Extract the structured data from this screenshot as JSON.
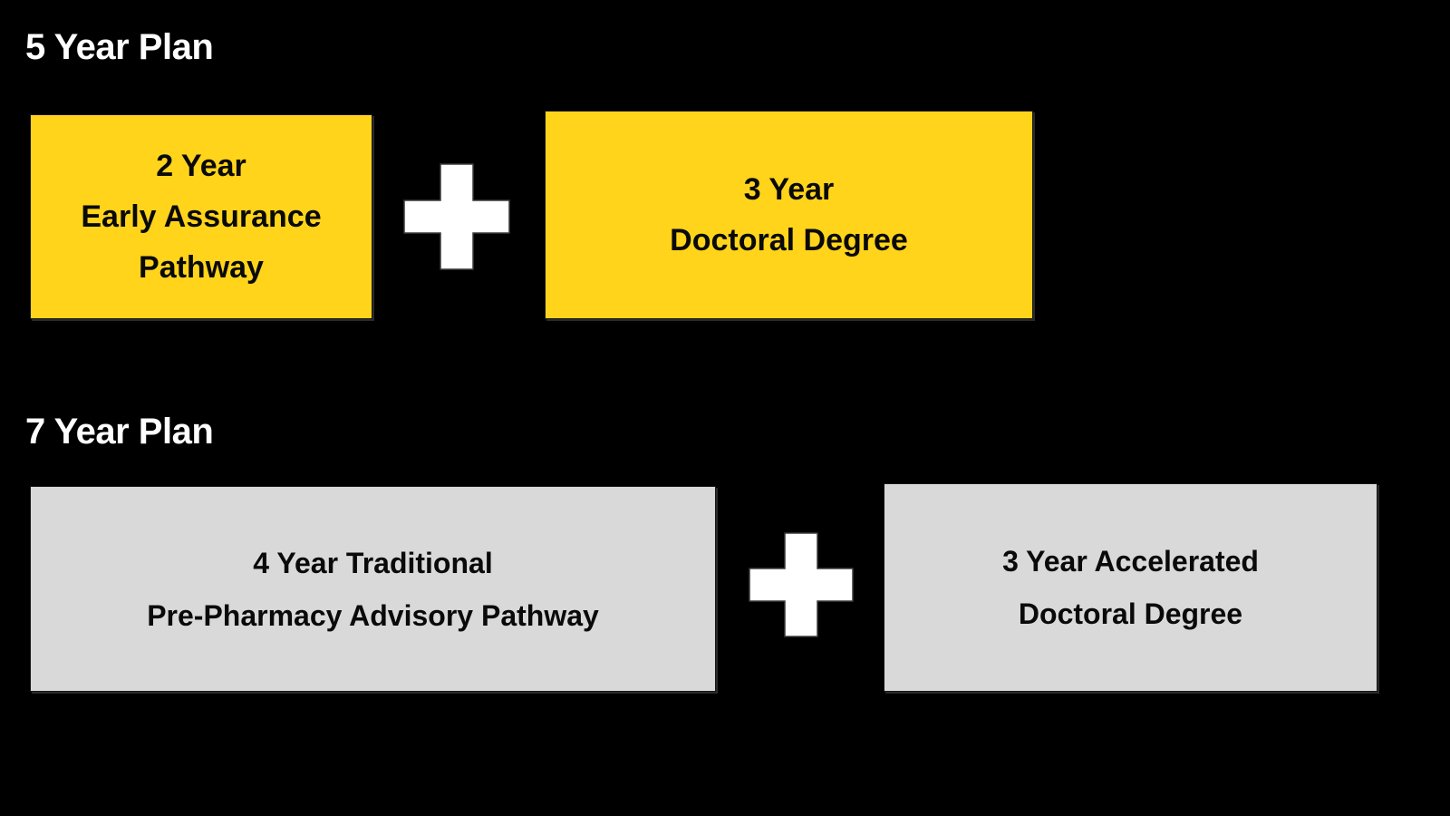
{
  "background_color": "#000000",
  "sections": [
    {
      "id": "five-year",
      "title": "5 Year Plan",
      "title_color": "#FFFFFF",
      "box_color": "#FFD41A",
      "boxes": [
        {
          "id": "early-assurance",
          "lines": [
            "2 Year",
            "Early Assurance",
            "Pathway"
          ],
          "text": "2 Year Early Assurance Pathway",
          "text_color": "#0A0A0A"
        },
        {
          "id": "doctoral",
          "lines": [
            "3 Year",
            "Doctoral Degree"
          ],
          "text": "3 Year Doctoral Degree",
          "text_color": "#0A0A0A"
        }
      ],
      "connector": {
        "icon": "plus-icon",
        "color": "#FFFFFF"
      }
    },
    {
      "id": "seven-year",
      "title": "7 Year Plan",
      "title_color": "#FFFFFF",
      "box_color": "#D9D9D9",
      "boxes": [
        {
          "id": "pre-pharmacy",
          "lines": [
            "4 Year Traditional",
            "Pre-Pharmacy Advisory Pathway"
          ],
          "text": "4 Year Traditional Pre-Pharmacy Advisory Pathway",
          "text_color": "#0A0A0A"
        },
        {
          "id": "accelerated-doctoral",
          "lines": [
            "3 Year Accelerated",
            "Doctoral Degree"
          ],
          "text": "3 Year Accelerated Doctoral Degree",
          "text_color": "#0A0A0A"
        }
      ],
      "connector": {
        "icon": "plus-icon",
        "color": "#FFFFFF"
      }
    }
  ]
}
